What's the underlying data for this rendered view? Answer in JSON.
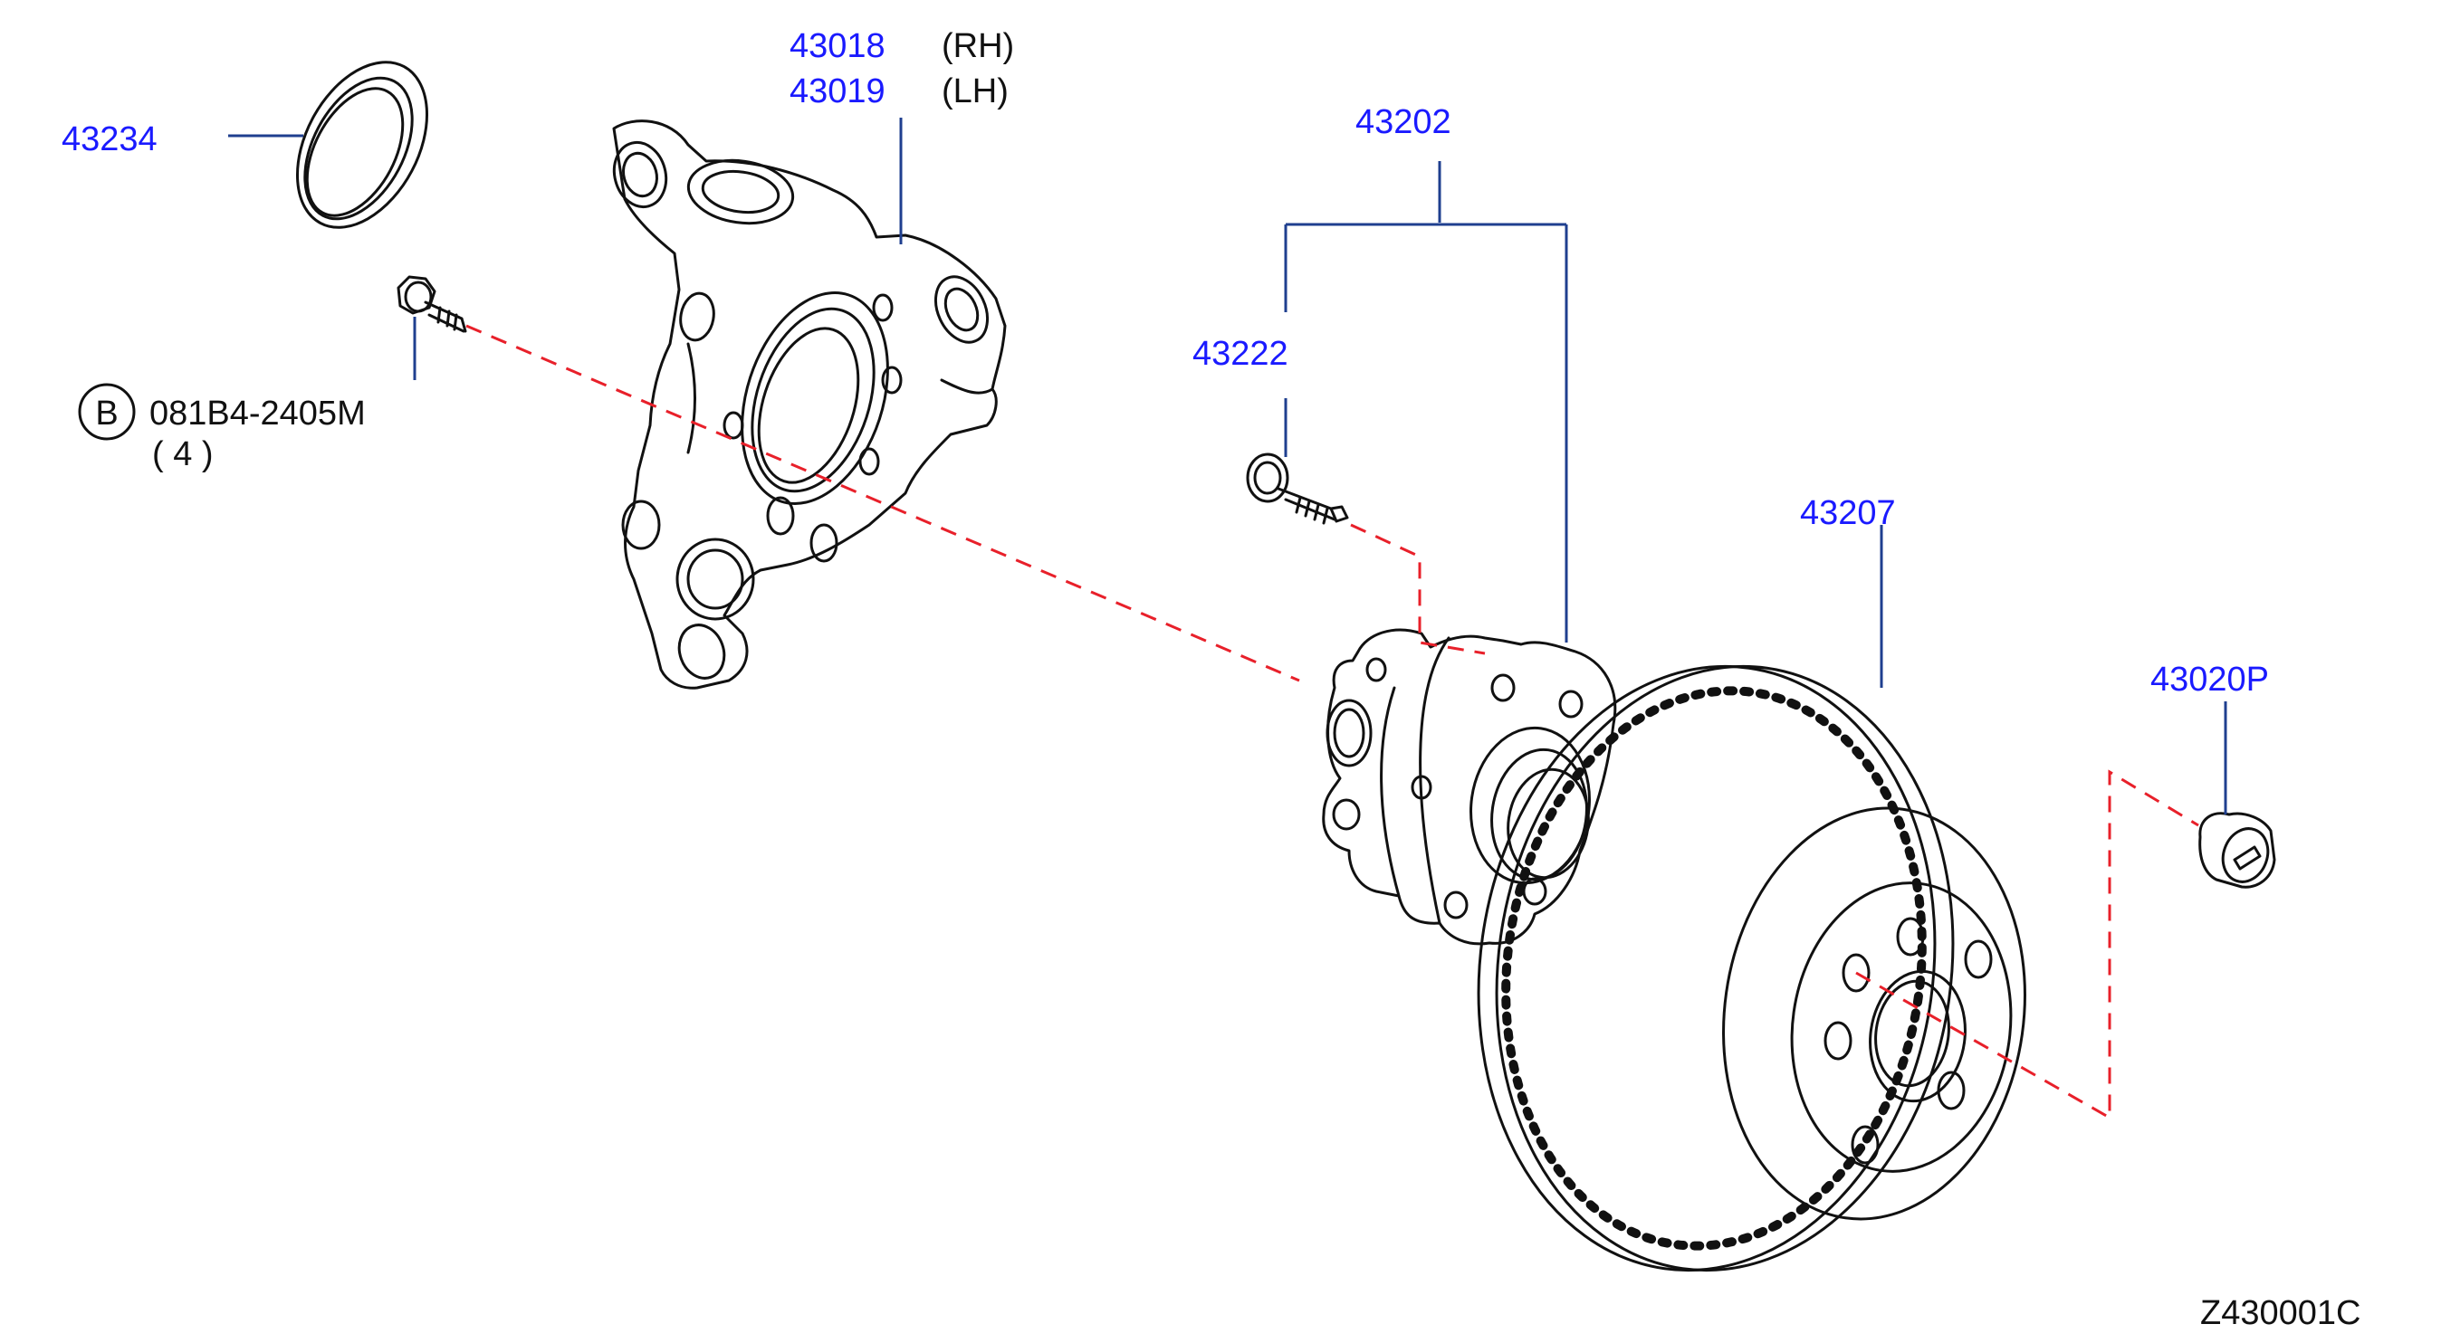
{
  "colors": {
    "part_number": "#1a1aff",
    "leader_line": "#1f3f8f",
    "axis_dashed": "#e8202a",
    "outline": "#111111"
  },
  "parts": {
    "p43234": {
      "number": "43234"
    },
    "p43018": {
      "number": "43018",
      "side": "(RH)"
    },
    "p43019": {
      "number": "43019",
      "side": "(LH)"
    },
    "p43202": {
      "number": "43202"
    },
    "p43222": {
      "number": "43222"
    },
    "p43207": {
      "number": "43207"
    },
    "p43020P": {
      "number": "43020P"
    }
  },
  "bolt": {
    "symbol": "B",
    "number": "081B4-2405M",
    "qty": "( 4 )"
  },
  "diagram_id": "Z430001C"
}
